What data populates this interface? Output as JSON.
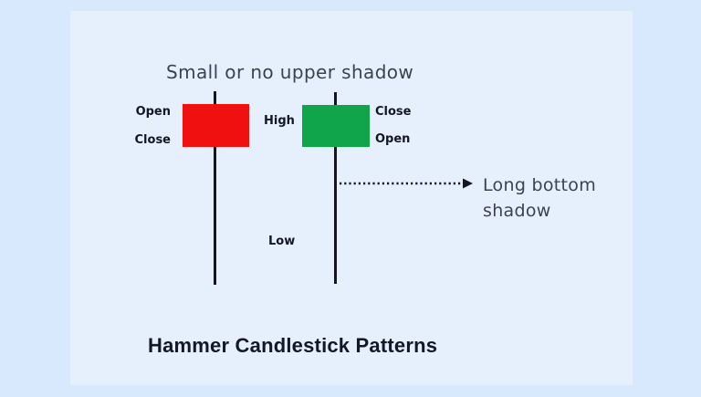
{
  "page": {
    "title": "Hammer Candlestick Patterns"
  },
  "annotations": {
    "upper_shadow_caption": "Small or no upper shadow",
    "high_label": "High",
    "low_label": "Low",
    "long_bottom_shadow_label": "Long bottom shadow"
  },
  "candles": [
    {
      "name": "bearish-hammer",
      "body_color": "#f01010",
      "top_label": "Open",
      "bottom_label": "Close",
      "label_side": "left",
      "upper_shadow": "small",
      "lower_shadow": "long"
    },
    {
      "name": "bullish-hammer",
      "body_color": "#10a44b",
      "top_label": "Close",
      "bottom_label": "Open",
      "label_side": "right",
      "upper_shadow": "small",
      "lower_shadow": "long"
    }
  ],
  "colors": {
    "outer_background": "#d8e9fd",
    "panel_background": "#e6effc",
    "bearish_body": "#f01010",
    "bullish_body": "#10a44b",
    "wick": "#15151d",
    "caption_text": "#3a4254",
    "label_text": "#131722",
    "title_text": "#141824"
  }
}
